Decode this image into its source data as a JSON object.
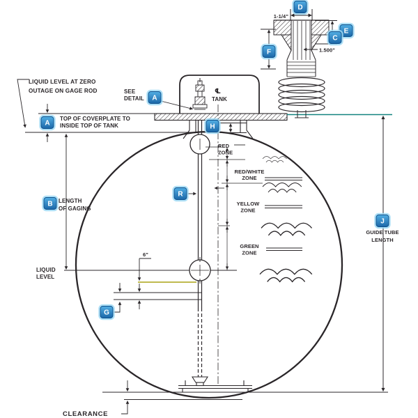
{
  "drawing": {
    "type": "tank-gage-rod-diagram",
    "badges": {
      "a": "A",
      "b": "B",
      "c": "C",
      "d": "D",
      "e": "E",
      "f": "F",
      "g": "G",
      "h": "H",
      "j": "J",
      "r": "R"
    },
    "detail": {
      "dim_top": "1-1/4\"",
      "dim_od": "1.500\""
    },
    "annotations": {
      "liquid_zero_1": "LIQUID LEVEL AT ZERO",
      "liquid_zero_2": "OUTAGE ON GAGE ROD",
      "see_detail_1": "SEE",
      "see_detail_2": "DETAIL",
      "coverplate_1": "TOP OF COVERPLATE TO",
      "coverplate_2": "INSIDE TOP OF TANK",
      "tank_cl_symbol": "℄",
      "tank_cl": "TANK",
      "length_gaging_1": "LENGTH",
      "length_gaging_2": "OF GAGING",
      "liquid_level_1": "LIQUID",
      "liquid_level_2": "LEVEL",
      "six_inch": "6\"",
      "guide_tube_1": "GUIDE TUBE",
      "guide_tube_2": "LENGTH",
      "clearance": "CLEARANCE"
    },
    "zones": [
      {
        "line1": "RED",
        "line2": "ZONE"
      },
      {
        "line1": "RED/WHITE",
        "line2": "ZONE"
      },
      {
        "line1": "YELLOW",
        "line2": "ZONE"
      },
      {
        "line1": "GREEN",
        "line2": "ZONE"
      }
    ],
    "colors": {
      "ink": "#2a2629",
      "teal": "#13837f",
      "yellow": "#aaa415",
      "badge_light": "#52aee3",
      "badge_dark": "#1b67a8",
      "badge_glow": "#9fd9f4"
    }
  }
}
